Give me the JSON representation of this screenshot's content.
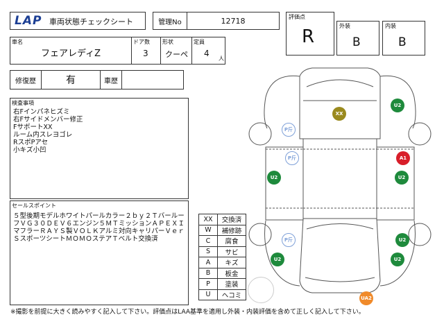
{
  "header": {
    "logo_text": "LAP",
    "title": "車両状態チェックシート",
    "management_no_label": "管理No",
    "management_no": "12718",
    "grade_label": "評価点",
    "grade": "R",
    "exterior_label": "外装",
    "exterior": "B",
    "interior_label": "内装",
    "interior": "B"
  },
  "vehicle": {
    "name_label": "車名",
    "name": "フェアレディZ",
    "doors_label": "ドア数",
    "doors": "3",
    "shape_label": "形状",
    "shape": "クーペ",
    "capacity_label": "定員",
    "capacity": "4",
    "capacity_unit": "人"
  },
  "history": {
    "repair_label": "修復歴",
    "repair_value": "有",
    "vehicle_history_label": "車歴",
    "vehicle_history_value": ""
  },
  "inspection": {
    "label": "検査事項",
    "lines": "右Fインパネヒズミ\n右Fサイドメンバー修正\nFサポートXX\nルーム内スレヨゴレ\nRスポPアセ\n小キズ小凹"
  },
  "sales_point": {
    "label": "セールスポイント",
    "text": "５型後期モデルホワイトパールカラー２ｂｙ２ＴバールーフＶＧ３０ＤＥＶ６エンジン５ＭＴミッションＡＰＥＸＩマフラーＲＡＹＳ製ＶＯＬＫアルミ対向キャリパーＶｅｒＳスポーツシートＭＯＭＯステアＴベルト交換済"
  },
  "legend": [
    {
      "code": "XX",
      "desc": "交換済"
    },
    {
      "code": "W",
      "desc": "補修跡"
    },
    {
      "code": "C",
      "desc": "腐食"
    },
    {
      "code": "S",
      "desc": "サビ"
    },
    {
      "code": "A",
      "desc": "キズ"
    },
    {
      "code": "B",
      "desc": "板金"
    },
    {
      "code": "P",
      "desc": "塗装"
    },
    {
      "code": "U",
      "desc": "ヘコミ"
    }
  ],
  "markers": [
    {
      "id": "xx",
      "text": "XX",
      "color": "#9a8a1e"
    },
    {
      "id": "u2-fr",
      "text": "U2",
      "color": "#1e8a3c"
    },
    {
      "id": "p-fl",
      "text": "P斤",
      "color": "#7ea0d8"
    },
    {
      "id": "p-ml",
      "text": "P斤",
      "color": "#7ea0d8"
    },
    {
      "id": "a1",
      "text": "A1",
      "color": "#d81e2a"
    },
    {
      "id": "u2-ml",
      "text": "U2",
      "color": "#1e8a3c"
    },
    {
      "id": "u2-mr",
      "text": "U2",
      "color": "#1e8a3c"
    },
    {
      "id": "p-rl",
      "text": "P斤",
      "color": "#7ea0d8"
    },
    {
      "id": "u2-rr1",
      "text": "U2",
      "color": "#1e8a3c"
    },
    {
      "id": "u2-rl",
      "text": "U2",
      "color": "#1e8a3c"
    },
    {
      "id": "u2-rr2",
      "text": "U2",
      "color": "#1e8a3c"
    },
    {
      "id": "ua2",
      "text": "UA2",
      "color": "#f08a2a"
    }
  ],
  "footer": "※撮影を前提に大きく読みやすく記入して下さい。評価点はLAA基準を適用し外装・内装評価を含めて正しく記入して下さい。"
}
